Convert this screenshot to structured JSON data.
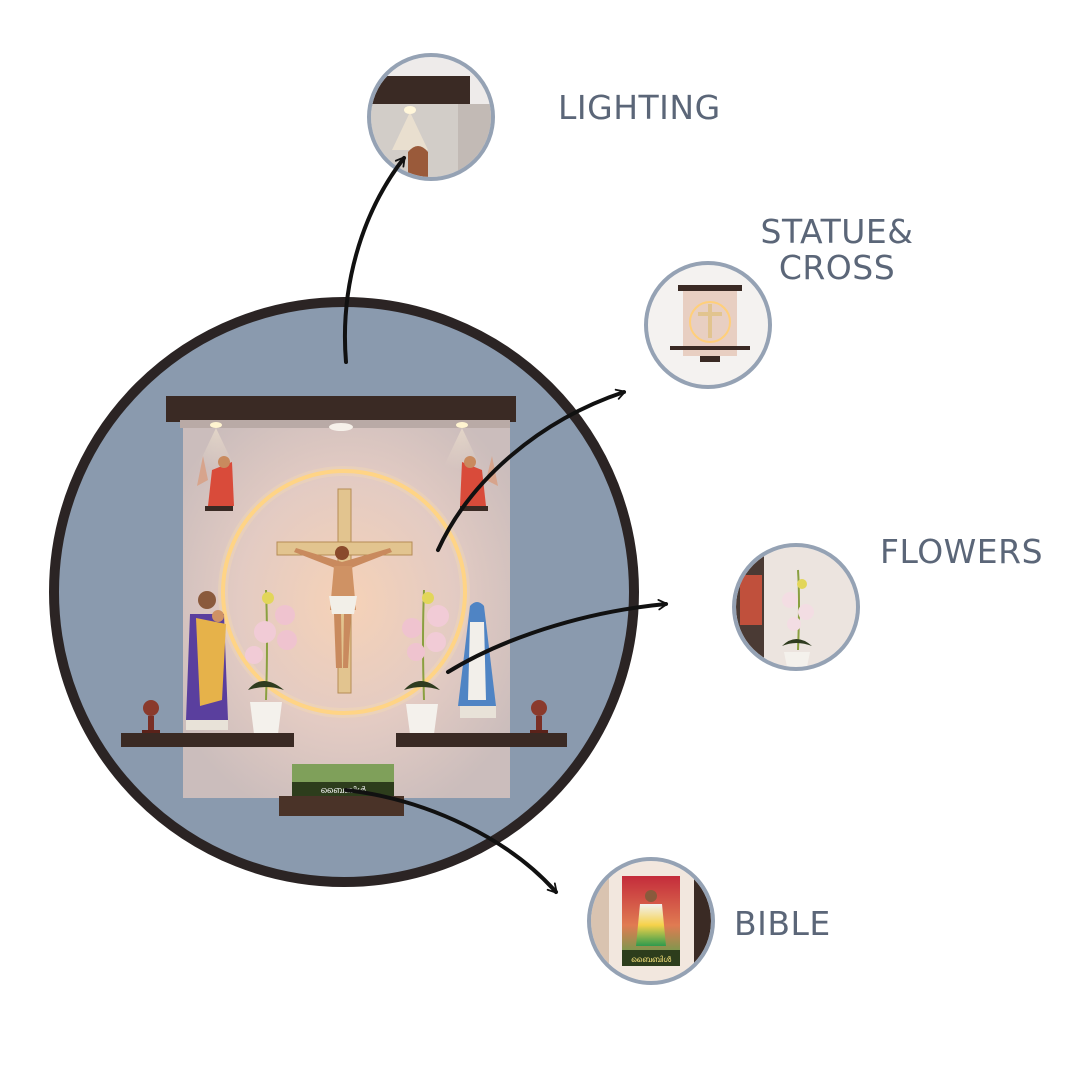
{
  "callouts": {
    "lighting": {
      "label": "LIGHTING",
      "icon": "lighting-detail"
    },
    "statue_cross": {
      "label_line1": "STATUE&",
      "label_line2": "CROSS",
      "icon": "altar-thumbnail"
    },
    "flowers": {
      "label": "FLOWERS",
      "icon": "orchid-detail"
    },
    "bible": {
      "label": "BIBLE",
      "icon": "bible-cover-detail"
    }
  },
  "product": {
    "name": "prayer-altar-unit",
    "bible_spine_text": "ബൈബിൾ"
  },
  "colors": {
    "label": "#5b6678",
    "main_circle_fill": "#8a9aae",
    "main_circle_ring": "#2b2424",
    "thumb_ring": "#95a2b4",
    "wood": "#3a2a24",
    "panel": "#d9cfcc",
    "led_ring": "#ffcf7a"
  }
}
